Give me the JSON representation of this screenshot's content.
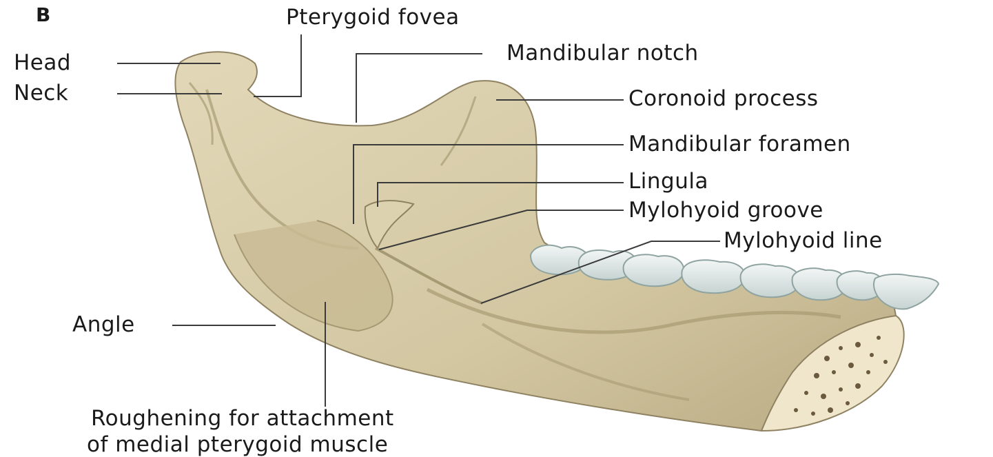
{
  "figure": {
    "panel_letter": "B",
    "background": "#ffffff",
    "bone_color": "#d6cba8",
    "bone_shadow": "#b3a67f",
    "tooth_color": "#e3eceb",
    "line_color": "#3a3a3a"
  },
  "labels": {
    "pterygoid_fovea": "Pterygoid fovea",
    "head": "Head",
    "mandibular_notch": "Mandibular notch",
    "neck": "Neck",
    "coronoid_process": "Coronoid process",
    "mandibular_foramen": "Mandibular foramen",
    "lingula": "Lingula",
    "mylohyoid_groove": "Mylohyoid groove",
    "mylohyoid_line": "Mylohyoid line",
    "angle": "Angle",
    "roughening_line1": "Roughening for attachment",
    "roughening_line2": "of medial pterygoid muscle"
  }
}
